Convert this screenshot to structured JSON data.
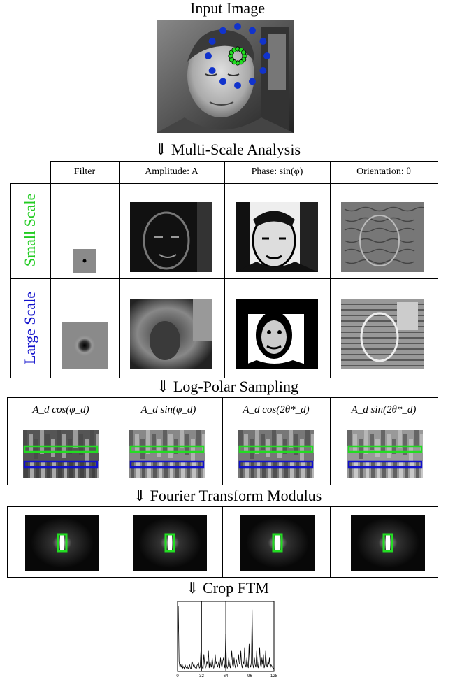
{
  "titles": {
    "input": "Input Image",
    "multi_scale": "⇓ Multi-Scale Analysis",
    "log_polar": "⇓ Log-Polar Sampling",
    "fourier": "⇓ Fourier Transform Modulus",
    "crop": "⇓ Crop FTM"
  },
  "multiscale_table": {
    "column_headers": [
      "Filter",
      "Amplitude: A",
      "Phase: sin(φ)",
      "Orientation: θ"
    ],
    "row_labels": [
      "Small Scale",
      "Large Scale"
    ],
    "row_label_colors": [
      "#22cc22",
      "#1111cc"
    ]
  },
  "logpolar_table": {
    "column_headers": [
      "A_d cos(φ_d)",
      "A_d sin(φ_d)",
      "A_d cos(2θ*_d)",
      "A_d sin(2θ*_d)"
    ]
  },
  "colors": {
    "small_scale": "#22dd22",
    "large_scale": "#1111cc",
    "point_blue": "#1133cc",
    "point_green": "#22dd22"
  },
  "chart_data": {
    "type": "line",
    "title": "",
    "xlabel": "",
    "ylabel": "",
    "xlim": [
      0,
      128
    ],
    "x_ticks": [
      "0",
      "32",
      "64",
      "96",
      "128"
    ],
    "series": [
      {
        "values": [
          0.05,
          0.95,
          0.15,
          0.08,
          0.1,
          0.06,
          0.12,
          0.05,
          0.07,
          0.04,
          0.1,
          0.06,
          0.05,
          0.08,
          0.04,
          0.06,
          0.1,
          0.05,
          0.04,
          0.15,
          0.12,
          0.08,
          0.1,
          0.06,
          0.05,
          0.04,
          0.09,
          0.1,
          0.12,
          0.05,
          0.06,
          0.3,
          0.1,
          0.05,
          0.04,
          0.25,
          0.12,
          0.05,
          0.08,
          0.15,
          0.1,
          0.3,
          0.05,
          0.15,
          0.1,
          0.06,
          0.2,
          0.1,
          0.05,
          0.08,
          0.25,
          0.1,
          0.15,
          0.06,
          0.1,
          0.15,
          0.05,
          0.2,
          0.1,
          0.06,
          0.15,
          0.2,
          0.1,
          0.05,
          0.55,
          0.1,
          0.05,
          0.08,
          0.2,
          0.1,
          0.05,
          0.15,
          0.3,
          0.1,
          0.06,
          0.2,
          0.1,
          0.05,
          0.18,
          0.1,
          0.06,
          0.25,
          0.12,
          0.1,
          0.3,
          0.1,
          0.05,
          0.15,
          0.1,
          0.35,
          0.1,
          0.06,
          0.2,
          0.1,
          0.05,
          0.4,
          0.1,
          0.06,
          0.15,
          0.9,
          0.1,
          0.05,
          0.2,
          0.1,
          0.06,
          0.3,
          0.1,
          0.05,
          0.15,
          0.35,
          0.1,
          0.06,
          0.2,
          0.1,
          0.25,
          0.05,
          0.1,
          0.3,
          0.1,
          0.06,
          0.15,
          0.1,
          0.2,
          0.05,
          0.1,
          0.08,
          0.06,
          0.05,
          0.04
        ]
      }
    ]
  }
}
